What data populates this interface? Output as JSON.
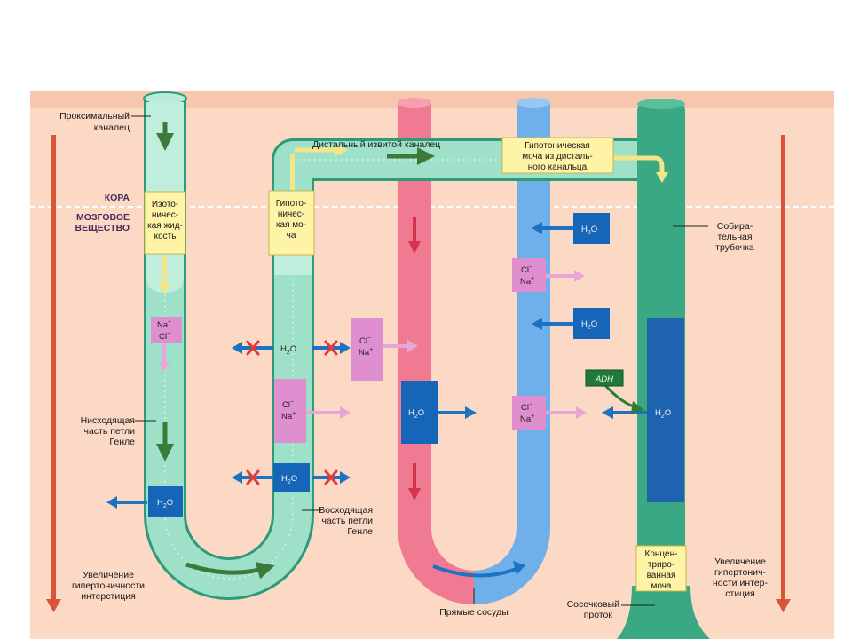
{
  "zones": {
    "cortex": "КОРА",
    "medulla": [
      "МОЗГОВОЕ",
      "ВЕЩЕСТВО"
    ]
  },
  "labels": {
    "proximal": [
      "Проксимальный",
      "каналец"
    ],
    "distal": "Дистальный извитой каналец",
    "descending": [
      "Нисходящая",
      "часть петли",
      "Генле"
    ],
    "ascending": [
      "Восходящая",
      "часть петли",
      "Генле"
    ],
    "vasa_recta": "Прямые сосуды",
    "collecting": [
      "Собира-",
      "тельная",
      "трубочка"
    ],
    "papillary": [
      "Сосочковый",
      "проток"
    ],
    "gradient_left": [
      "Увеличение",
      "гипертоничности",
      "интерстиция"
    ],
    "gradient_right": [
      "Увеличение",
      "гипертонич-",
      "ности интер-",
      "стиция"
    ]
  },
  "boxes": {
    "isotonic": [
      "Изото-",
      "ничес-",
      "кая жид-",
      "кость"
    ],
    "hypotonic": [
      "Гипото-",
      "ничес-",
      "кая мо-",
      "ча"
    ],
    "hypotonic_distal": [
      "Гипотоническая",
      "моча из дисталь-",
      "ного канальца"
    ],
    "concentrated": [
      "Концен-",
      "триро-",
      "ванная",
      "моча"
    ]
  },
  "ions": {
    "h2o": [
      "H",
      "2",
      "O"
    ],
    "na": "Na",
    "cl": "Cl",
    "plus": "+",
    "minus": "−",
    "adh": "ADH"
  },
  "colors": {
    "background": "#fbd9c5",
    "cortex_band": "#f7c6ae",
    "tubule": "#9fe0c9",
    "tubule_dark": "#2f9a78",
    "collecting_duct": "#3aa883",
    "red_vessel": "#f07a92",
    "blue_vessel": "#6fb0ea",
    "arrow_green": "#3c7a3a",
    "arrow_blue": "#1c73c2",
    "arrow_pink": "#e7a6d8",
    "box_yellow": "#fff3a6",
    "water_blue": "#1565b8",
    "ion_pink": "#df8fcf",
    "red_arrow": "#e03a3a"
  }
}
